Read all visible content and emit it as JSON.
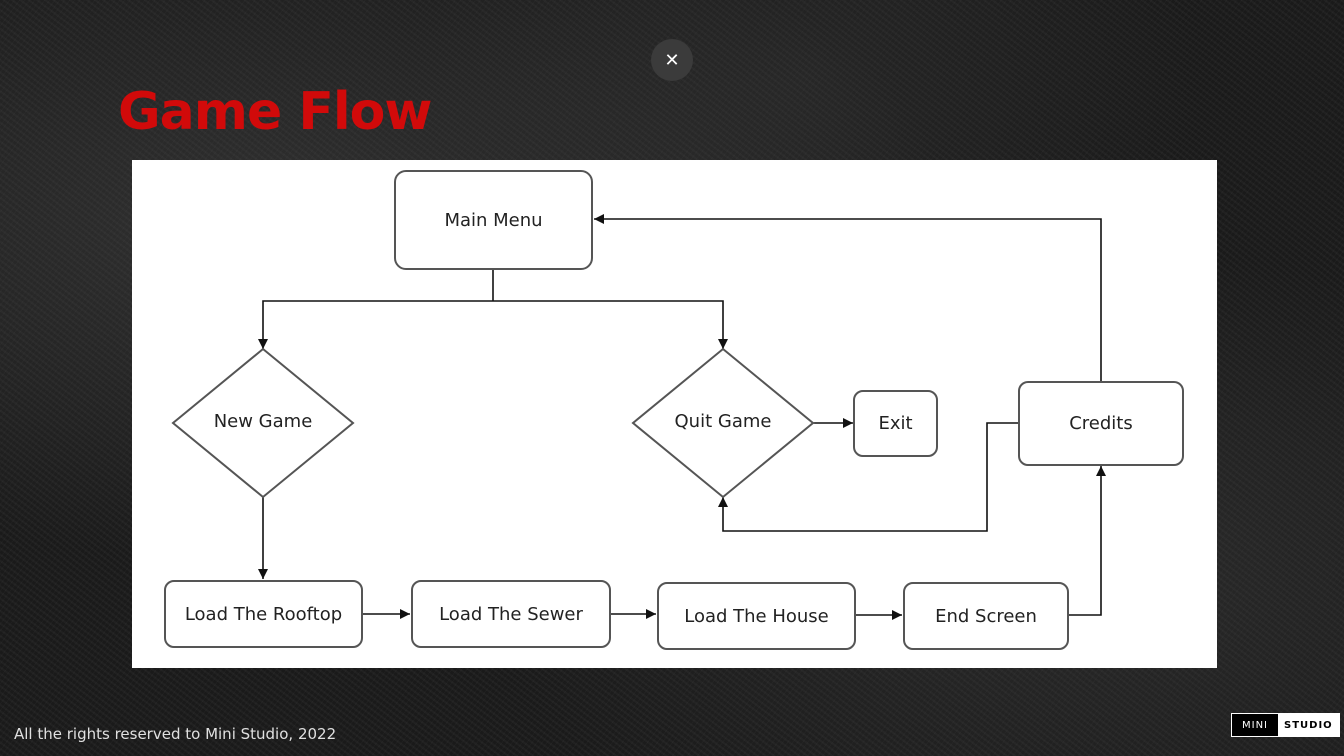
{
  "slide": {
    "title": "Game Flow",
    "close_icon": "close-icon",
    "footer": "All the rights reserved to Mini Studio, 2022",
    "logo": {
      "part1": "MINI",
      "part2": "STUDIO"
    }
  },
  "diagram": {
    "nodes": {
      "main_menu": "Main Menu",
      "new_game": "New Game",
      "quit_game": "Quit Game",
      "exit": "Exit",
      "credits": "Credits",
      "load_rooftop": "Load The Rooftop",
      "load_sewer": "Load The Sewer",
      "load_house": "Load The House",
      "end_screen": "End Screen"
    },
    "edges": [
      [
        "main_menu",
        "new_game"
      ],
      [
        "main_menu",
        "quit_game"
      ],
      [
        "quit_game",
        "exit"
      ],
      [
        "new_game",
        "load_rooftop"
      ],
      [
        "load_rooftop",
        "load_sewer"
      ],
      [
        "load_sewer",
        "load_house"
      ],
      [
        "load_house",
        "end_screen"
      ],
      [
        "end_screen",
        "credits"
      ],
      [
        "credits",
        "main_menu"
      ],
      [
        "credits",
        "quit_game"
      ]
    ]
  }
}
